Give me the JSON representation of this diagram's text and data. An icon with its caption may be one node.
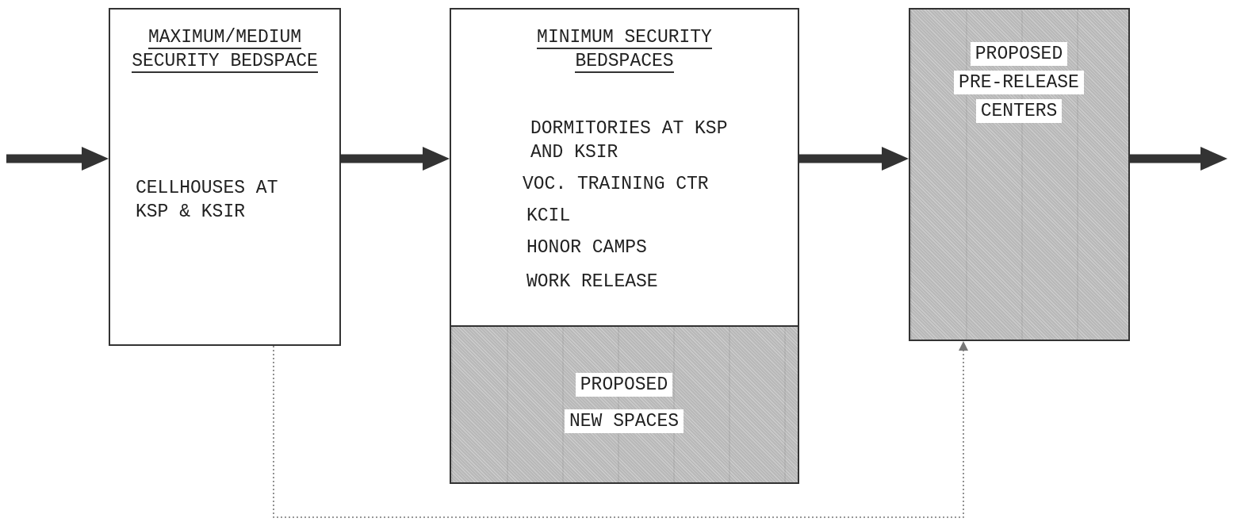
{
  "diagram": {
    "nodes": [
      {
        "text": [
          "MAXIMUM/MEDIUM SECURITY BEDSPACE",
          "CELLHOUSES AT KSP & KSIR"
        ]
      },
      {
        "text": [
          "MINIMUM SECURITY BEDSPACES",
          "DORMITORIES AT KSP AND KSIR",
          "VOC. TRAINING CTR",
          "KCIL",
          "HONOR CAMPS",
          "WORK RELEASE"
        ]
      },
      {
        "text": [
          "PROPOSED NEW SPACES"
        ],
        "in": 1
      },
      {
        "text": [
          "PROPOSED PRE-RELEASE CENTERS"
        ]
      }
    ],
    "edges": [
      {
        "from": null,
        "to": 0,
        "arrow": "to"
      },
      {
        "from": 0,
        "to": 1,
        "arrow": "to"
      },
      {
        "from": 1,
        "to": 3,
        "arrow": "to"
      },
      {
        "from": 3,
        "to": null,
        "arrow": "to"
      },
      {
        "from": 0,
        "to": 3,
        "arrow": "to",
        "style": "dashed"
      }
    ]
  }
}
